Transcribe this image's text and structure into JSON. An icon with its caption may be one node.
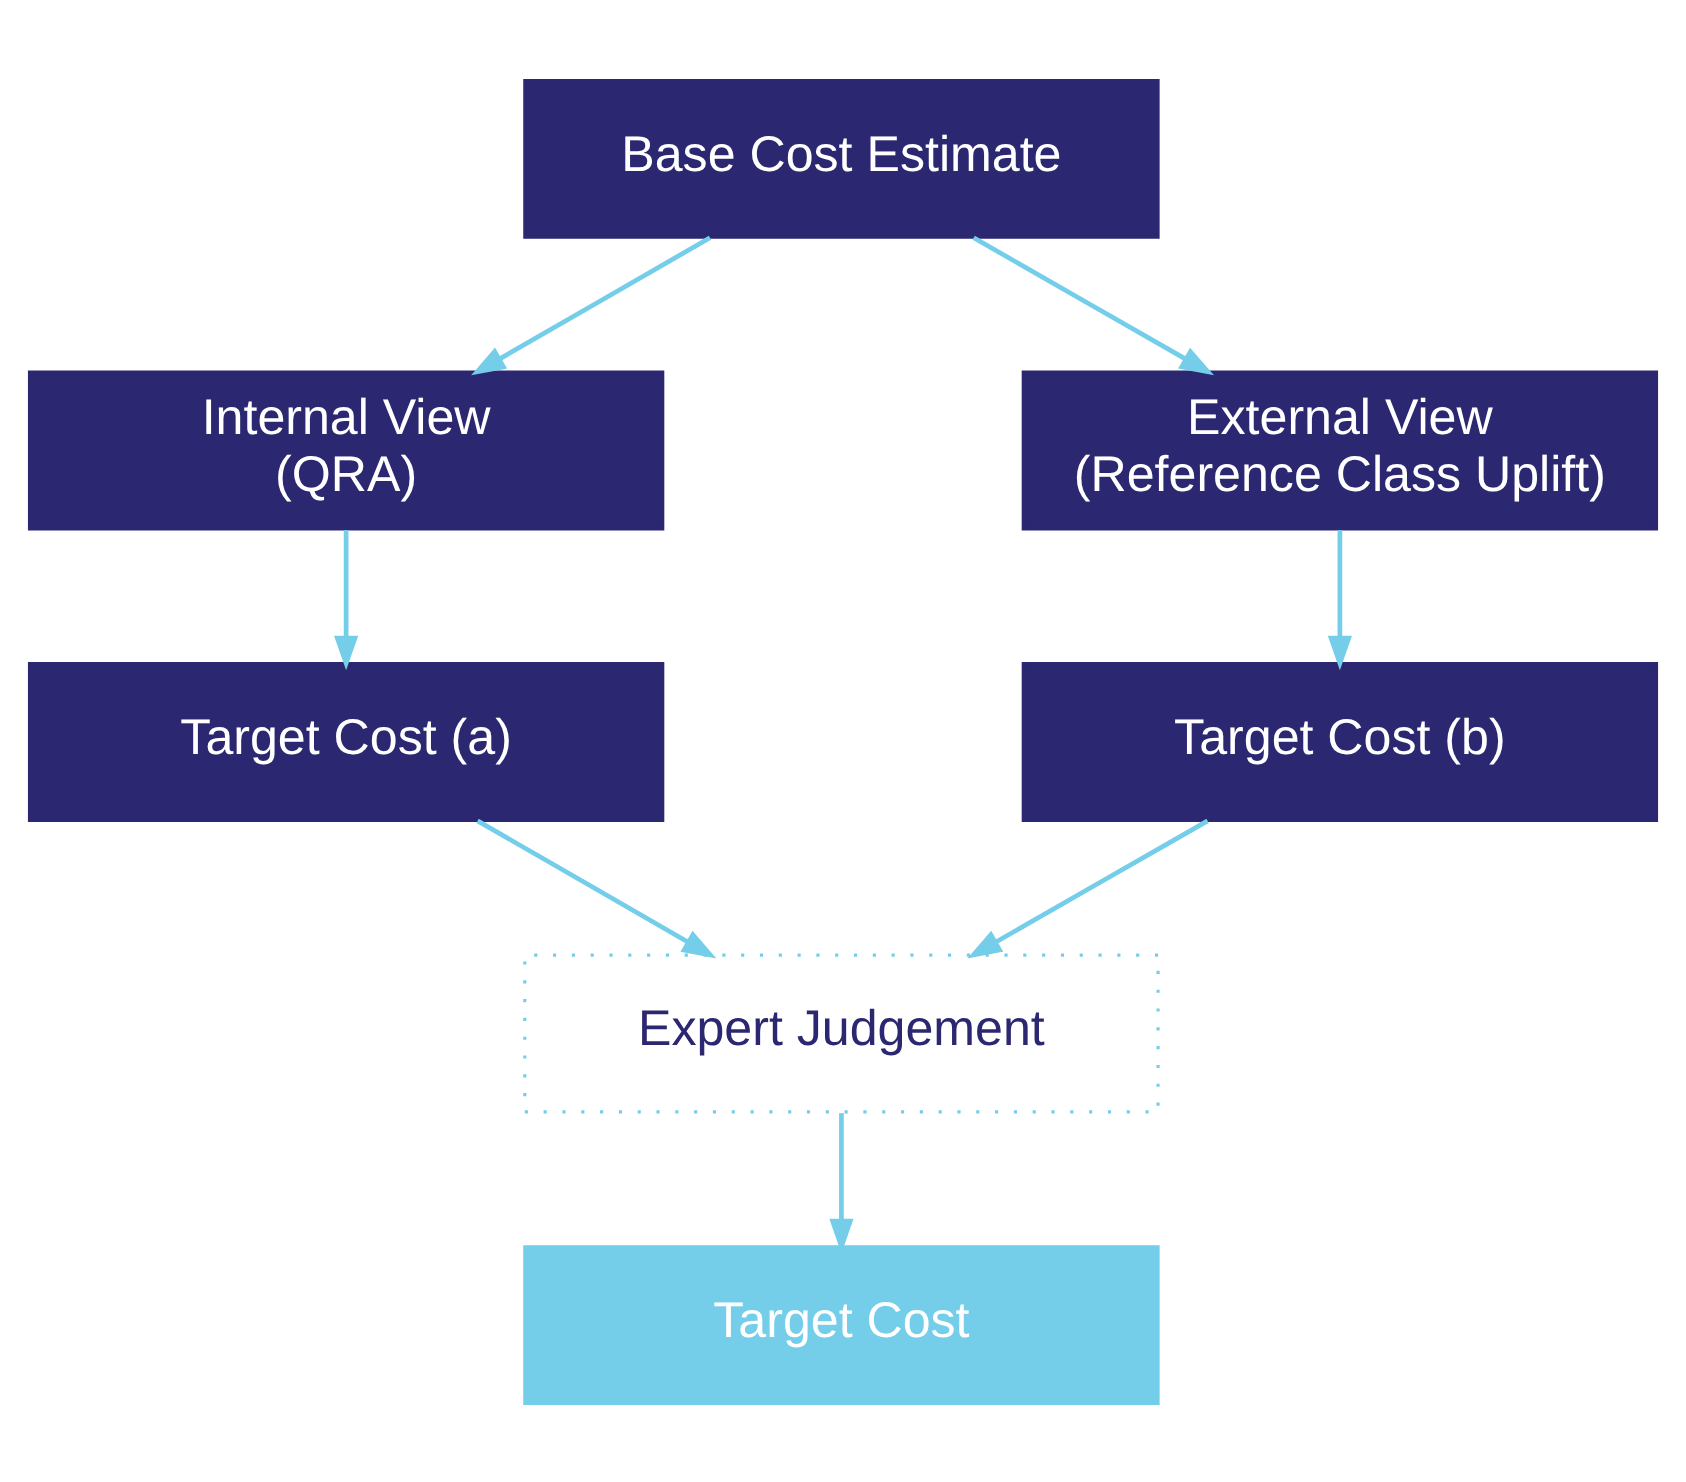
{
  "diagram": {
    "nodes": [
      {
        "text": [
          "Base Cost Estimate"
        ]
      },
      {
        "text": [
          "Internal View",
          "(QRA)"
        ]
      },
      {
        "text": [
          "External View",
          "(Reference Class Uplift)"
        ]
      },
      {
        "text": [
          "Target Cost (a)"
        ]
      },
      {
        "text": [
          "Target Cost (b)"
        ]
      },
      {
        "text": [
          "Expert Judgement"
        ]
      },
      {
        "text": [
          "Target Cost"
        ]
      }
    ],
    "edges": [
      {
        "from": 0,
        "to": 1,
        "arrow": "to"
      },
      {
        "from": 0,
        "to": 2,
        "arrow": "to"
      },
      {
        "from": 1,
        "to": 3,
        "arrow": "to"
      },
      {
        "from": 2,
        "to": 4,
        "arrow": "to"
      },
      {
        "from": 3,
        "to": 5,
        "arrow": "to"
      },
      {
        "from": 4,
        "to": 5,
        "arrow": "to"
      },
      {
        "from": 5,
        "to": 6,
        "arrow": "to"
      }
    ]
  }
}
